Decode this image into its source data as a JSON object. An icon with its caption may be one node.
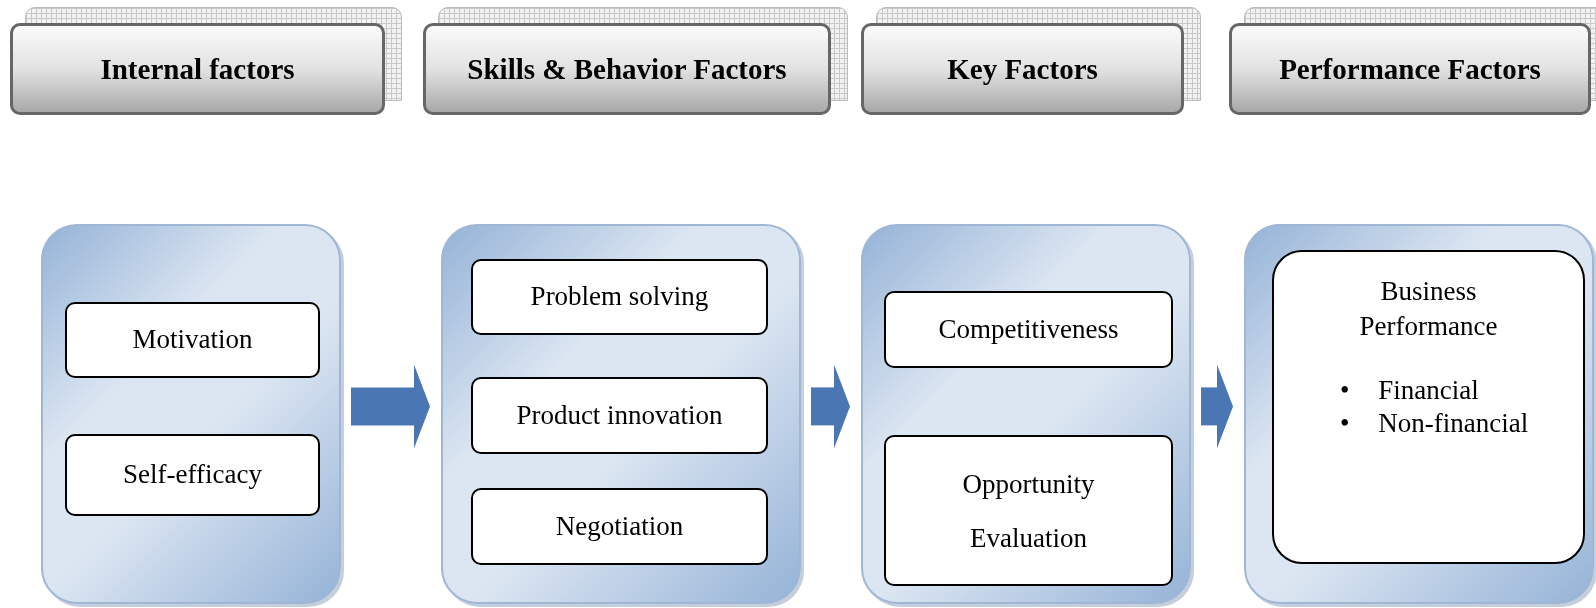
{
  "diagram": {
    "nodes": [
      {
        "text": [
          "Internal factors"
        ]
      },
      {
        "text": [
          "Skills & Behavior Factors"
        ]
      },
      {
        "text": [
          "Key Factors"
        ]
      },
      {
        "text": [
          "Performance Factors"
        ]
      },
      {
        "text": [],
        "shape": "box"
      },
      {
        "text": [
          "Motivation"
        ],
        "in": 4
      },
      {
        "text": [
          "Self-efficacy"
        ],
        "in": 4
      },
      {
        "text": [],
        "shape": "box"
      },
      {
        "text": [
          "Problem solving"
        ],
        "in": 7
      },
      {
        "text": [
          "Product innovation"
        ],
        "in": 7
      },
      {
        "text": [
          "Negotiation"
        ],
        "in": 7
      },
      {
        "text": [],
        "shape": "box"
      },
      {
        "text": [
          "Competitiveness"
        ],
        "in": 11
      },
      {
        "text": [
          "Opportunity Evaluation"
        ],
        "in": 11
      },
      {
        "text": [],
        "shape": "box"
      },
      {
        "text": [
          "Business Performance",
          "• Financial",
          "• Non-financial"
        ],
        "in": 14
      }
    ],
    "edges": [
      {
        "from": 4,
        "to": 7,
        "arrow": "to"
      },
      {
        "from": 7,
        "to": 11,
        "arrow": "to"
      },
      {
        "from": 11,
        "to": 14,
        "arrow": "to"
      }
    ]
  }
}
